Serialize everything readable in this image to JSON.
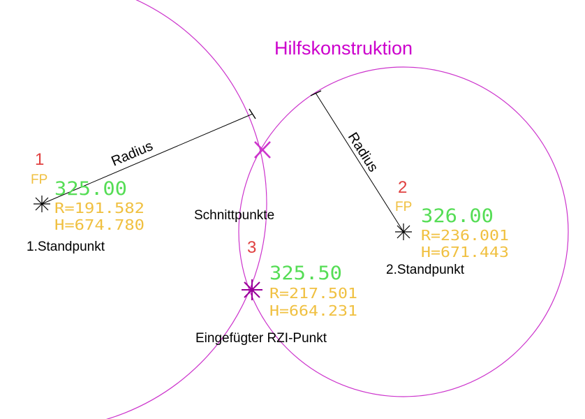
{
  "title": "Hilfskonstruktion",
  "radius_label": "Radius",
  "intersection_label": "Schnittpunkte",
  "inserted_point_label": "Eingefügter RZI-Punkt",
  "colors": {
    "circle": "#cc33cc",
    "title": "#cc00cc",
    "point_number": "#e04040",
    "height_value": "#55dd55",
    "code_text": "#f0c040",
    "line": "#000000",
    "inserted_marker": "#990099"
  },
  "points": [
    {
      "number": "1",
      "code": "FP",
      "height": "325.00",
      "r_value": "R=191.582",
      "h_value": "H=674.780",
      "label": "1.Standpunkt"
    },
    {
      "number": "2",
      "code": "FP",
      "height": "326.00",
      "r_value": "R=236.001",
      "h_value": "H=671.443",
      "label": "2.Standpunkt"
    },
    {
      "number": "3",
      "height": "325.50",
      "r_value": "R=217.501",
      "h_value": "H=664.231"
    }
  ]
}
